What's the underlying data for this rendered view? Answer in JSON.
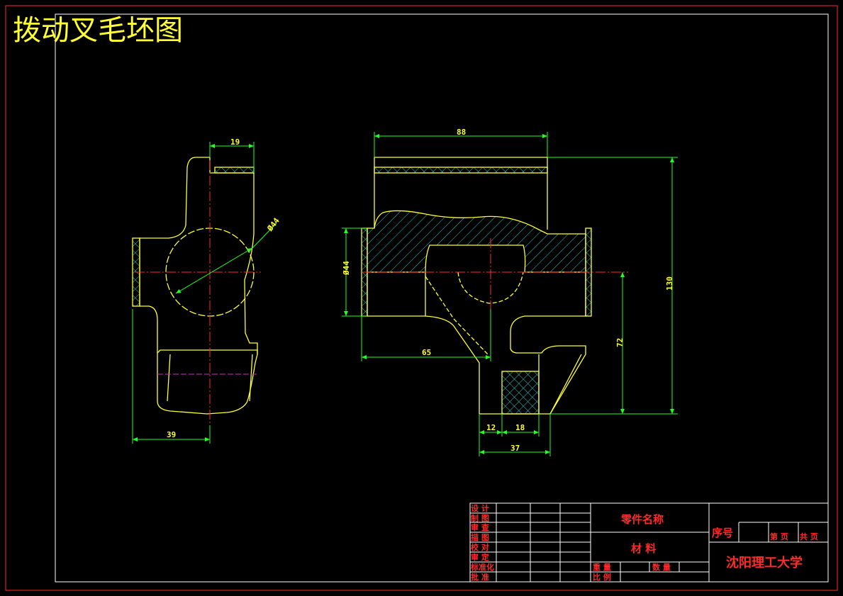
{
  "drawing": {
    "title": "拨动叉毛坯图"
  },
  "dimensions": {
    "d19": "19",
    "d44a": "Ø44",
    "d39": "39",
    "d88": "88",
    "d44b": "Ø44",
    "d65": "65",
    "d72": "72",
    "d130": "130",
    "d12": "12",
    "d18": "18",
    "d37": "37"
  },
  "title_block": {
    "rows_left": [
      "设 计",
      "制 图",
      "审 查",
      "描 图",
      "校 对",
      "审 定",
      "标准化",
      "批 准"
    ],
    "part_name": "零件名称",
    "material": "材 料",
    "weight": "重 量",
    "quantity": "数 量",
    "scale": "比 例",
    "seq_no": "序号",
    "page_no": "第 页",
    "total_pages": "共 页",
    "school": "沈阳理工大学"
  },
  "colors": {
    "border": "#ff2a2a",
    "frame": "#ffffff",
    "outline": "#ffff33",
    "dimension": "#22ff22",
    "centerline": "#ff2a2a",
    "hatch": "#33cccc"
  }
}
